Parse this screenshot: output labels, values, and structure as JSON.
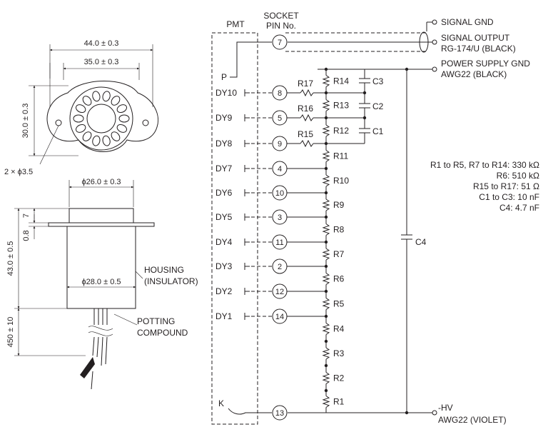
{
  "colors": {
    "ink": "#231f20",
    "background": "#ffffff"
  },
  "top_view": {
    "dim_width_outer": "44.0 ± 0.3",
    "dim_width_inner": "35.0 ± 0.3",
    "dim_height": "30.0 ± 0.3",
    "dim_holes": "2 × ϕ3.5"
  },
  "side_view": {
    "dim_top_diameter": "ϕ26.0 ± 0.3",
    "dim_7": "7",
    "dim_08": "0.8",
    "dim_43": "43.0 ± 0.5",
    "dim_body_diameter": "ϕ28.0 ± 0.5",
    "dim_450": "450 ± 10",
    "housing_line1": "HOUSING",
    "housing_line2": "(INSULATOR)",
    "potting_line1": "POTTING",
    "potting_line2": "COMPOUND"
  },
  "schematic": {
    "header_pmt": "PMT",
    "header_socket_line1": "SOCKET",
    "header_socket_line2": "PIN No.",
    "label_p": "P",
    "label_k": "K",
    "signal_gnd": "SIGNAL GND",
    "signal_output_line1": "SIGNAL OUTPUT",
    "signal_output_line2": "RG-174/U (BLACK)",
    "power_gnd_line1": "POWER SUPPLY GND",
    "power_gnd_line2": "AWG22 (BLACK)",
    "hv_line1": "-HV",
    "hv_line2": "AWG22 (VIOLET)",
    "dynodes": [
      {
        "label": "DY10",
        "pin": "8"
      },
      {
        "label": "DY9",
        "pin": "5"
      },
      {
        "label": "DY8",
        "pin": "9"
      },
      {
        "label": "DY7",
        "pin": "4"
      },
      {
        "label": "DY6",
        "pin": "10"
      },
      {
        "label": "DY5",
        "pin": "3"
      },
      {
        "label": "DY4",
        "pin": "11"
      },
      {
        "label": "DY3",
        "pin": "2"
      },
      {
        "label": "DY2",
        "pin": "12"
      },
      {
        "label": "DY1",
        "pin": "14"
      }
    ],
    "anode_pin": "7",
    "cathode_pin": "13",
    "resistors": [
      "R14",
      "R13",
      "R12",
      "R11",
      "R10",
      "R9",
      "R8",
      "R7",
      "R6",
      "R5",
      "R4",
      "R3",
      "R2",
      "R1"
    ],
    "series_resistors": [
      "R17",
      "R16",
      "R15"
    ],
    "capacitors": [
      "C3",
      "C2",
      "C1"
    ],
    "c4": "C4",
    "values": [
      "R1 to R5, R7 to R14: 330 kΩ",
      "R6: 510 kΩ",
      "R15 to R17: 51 Ω",
      "C1 to C3: 10 nF",
      "C4: 4.7 nF"
    ]
  }
}
